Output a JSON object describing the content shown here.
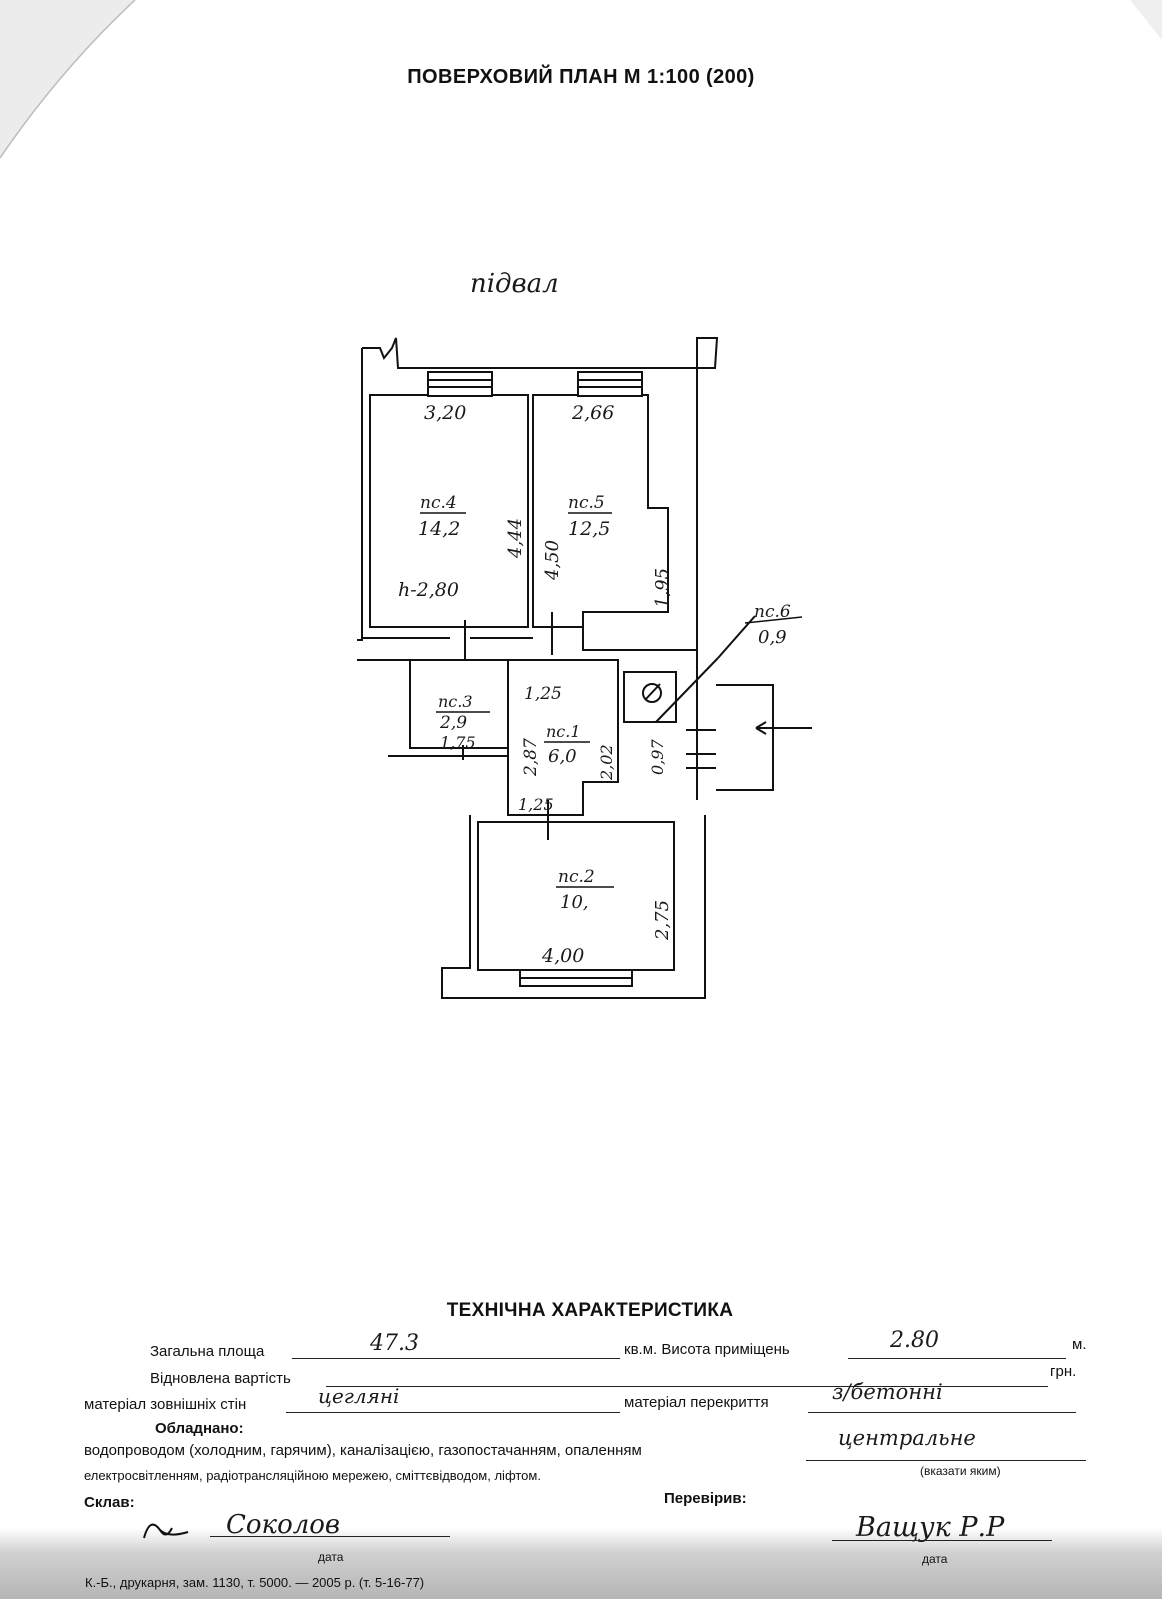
{
  "title": "ПОВЕРХОВИЙ ПЛАН М 1:100 (200)",
  "plan": {
    "floor_label": "підвал",
    "rooms": [
      {
        "id": "4",
        "label": "пс.4",
        "area": "14,2",
        "widths": [
          "3,20"
        ],
        "side": "4,44",
        "height_note": "h-2,80"
      },
      {
        "id": "5",
        "label": "пс.5",
        "area": "12,5",
        "widths": [
          "2,66"
        ],
        "side": "4,50",
        "side2": "1,95"
      },
      {
        "id": "6",
        "label": "пс.6",
        "area": "0,9",
        "side": "0,97"
      },
      {
        "id": "3",
        "label": "пс.3",
        "area": "2,9",
        "widths": [
          "1,75"
        ]
      },
      {
        "id": "1",
        "label": "пс.1",
        "area": "6,0",
        "widths": [
          "1,25",
          "1,25"
        ],
        "side": "2,87",
        "side2": "2,02"
      },
      {
        "id": "2",
        "label": "пс.2",
        "area": "10,",
        "widths": [
          "4,00"
        ],
        "side": "2,75"
      }
    ]
  },
  "tech": {
    "heading": "ТЕХНІЧНА ХАРАКТЕРИСТИКА",
    "total_area_label": "Загальна площа",
    "total_area_value": "47.3",
    "unit_sqm_label": "кв.м. Висота приміщень",
    "height_value": "2.80",
    "unit_m": "м.",
    "restored_value_label": "Відновлена вартість",
    "unit_uah": "грн.",
    "walls_label": "матеріал зовнішніх стін",
    "walls_value": "цегляні",
    "floors_label": "матеріал перекриття",
    "floors_value": "з/бетонні",
    "equipped_label": "Обладнано:",
    "utilities_line": "водопроводом (холодним, гарячим), каналізацією, газопостачанням, опаленням",
    "heating_value": "центральне",
    "utilities_line2": "електросвітленням, радіотрансляційною мережею, сміттєвідводом, ліфтом.",
    "specify_note": "(вказати яким)",
    "composed_label": "Склав:",
    "composed_sign": "Соколов",
    "checked_label": "Перевірив:",
    "checked_sign": "Ващук Р.Р",
    "date_label": "дата"
  },
  "footer": {
    "printer": "К.-Б., друкарня, зам. 1130, т. 5000. — 2005 р. (т. 5-16-77)"
  }
}
